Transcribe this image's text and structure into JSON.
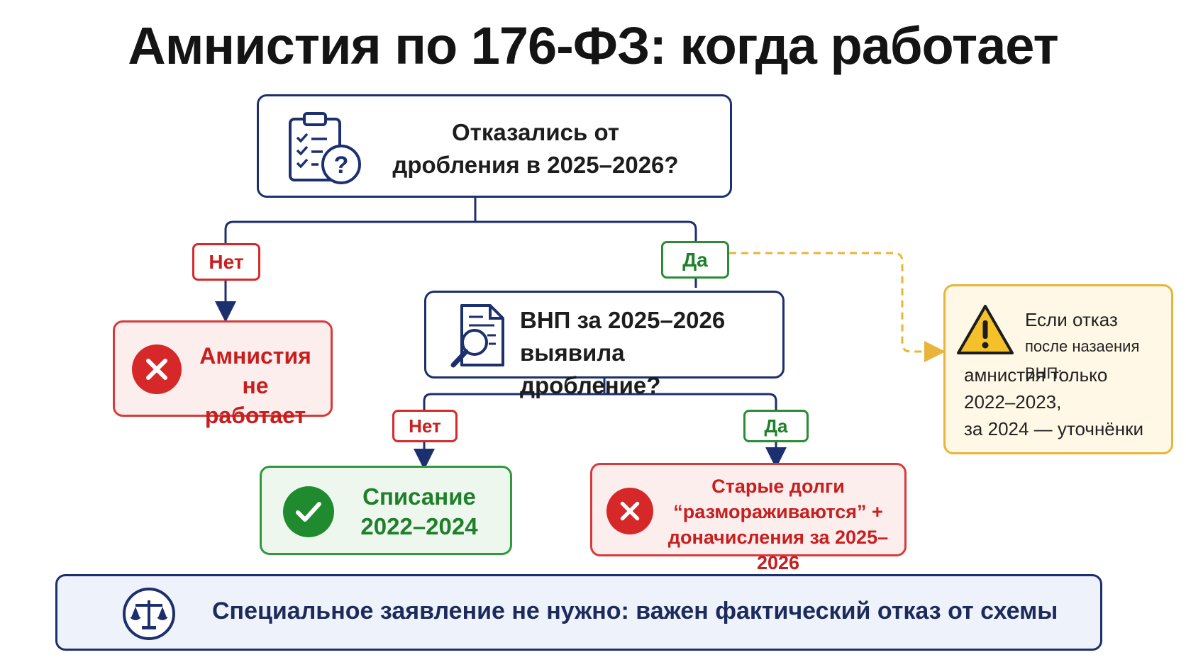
{
  "title": "Амнистия по 176-ФЗ: когда работает",
  "question1": {
    "line1": "Отказались от",
    "line2": "дробления в 2025–2026?",
    "icon": "clipboard-question-icon"
  },
  "question2": {
    "line1": "ВНП за 2025–2026",
    "line2": "выявила дробление?",
    "icon": "document-magnifier-icon"
  },
  "branch1": {
    "no_label": "Нет",
    "yes_label": "Да"
  },
  "branch2": {
    "no_label": "Нет",
    "yes_label": "Да"
  },
  "result_no_amnesty": {
    "line1": "Амнистия",
    "line2": "не работает",
    "icon": "cross-circle-icon"
  },
  "result_writeoff": {
    "line1": "Списание",
    "line2": "2022–2024",
    "icon": "check-circle-icon"
  },
  "result_old_debts": {
    "line1": "Старые долги",
    "line2": "“размораживаются” +",
    "line3": "доначисления за 2025–2026",
    "icon": "cross-circle-icon"
  },
  "warning": {
    "line1": "Если отказ",
    "line2": "после назаения ВНП:",
    "line3": "амнистия только",
    "line4": "2022–2023,",
    "line5": "за 2024 — уточнёнки",
    "icon": "warning-triangle-icon"
  },
  "footer": {
    "text": "Специальное заявление не нужно: важен фактический отказ от схемы",
    "icon": "scales-icon"
  },
  "colors": {
    "navy": "#1c2f6e",
    "red": "#d62828",
    "green": "#1f8a2e",
    "amber": "#e8b43a"
  }
}
